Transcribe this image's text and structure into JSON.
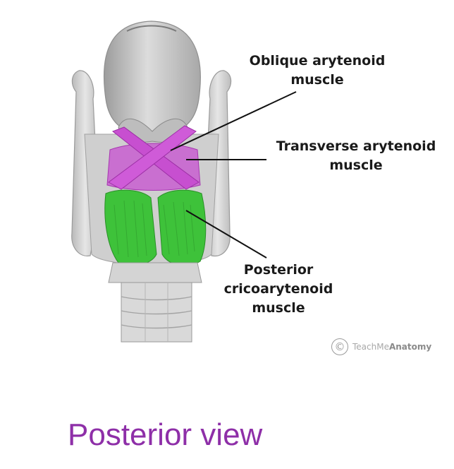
{
  "labels": {
    "oblique": [
      "Oblique arytenoid",
      "muscle"
    ],
    "transverse": [
      "Transverse arytenoid",
      "muscle"
    ],
    "posterior": [
      "Posterior",
      "cricoarytenoid",
      "muscle"
    ]
  },
  "watermark": {
    "brand_light": "TeachMe",
    "brand_bold": "Anatomy",
    "icon": "copyright-icon"
  },
  "caption": "Posterior view",
  "colors": {
    "cartilage": "#d8d8d8",
    "arytenoid_muscles": "#c74fd0",
    "cricoarytenoid_muscles": "#3ec23a",
    "caption": "#8e2fa8"
  }
}
